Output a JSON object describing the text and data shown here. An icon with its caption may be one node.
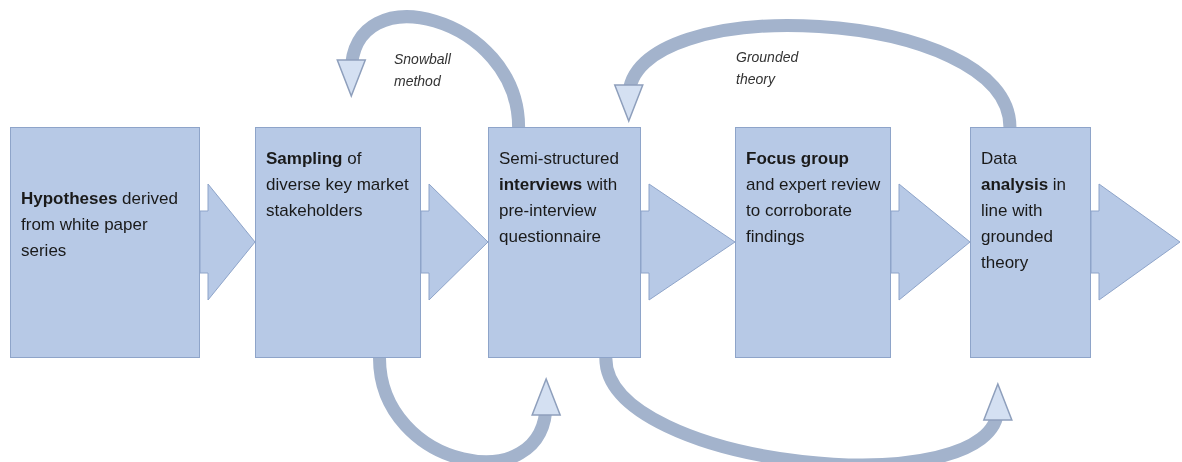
{
  "diagram": {
    "nodes": [
      {
        "text": [
          "**Hypotheses** derived from white paper series"
        ]
      },
      {
        "text": [
          "**Sampling** of diverse key market stakeholders"
        ]
      },
      {
        "text": [
          "Semi-structured **interviews** with pre-interview questionnaire"
        ]
      },
      {
        "text": [
          "**Focus group** and expert review to corroborate findings"
        ]
      },
      {
        "text": [
          "Data **analysis** in line with grounded theory"
        ]
      }
    ],
    "edges": [
      {
        "from": 0,
        "to": 1,
        "arrow": "to"
      },
      {
        "from": 1,
        "to": 2,
        "arrow": "to"
      },
      {
        "from": 2,
        "to": 3,
        "arrow": "to"
      },
      {
        "from": 3,
        "to": 4,
        "arrow": "to"
      },
      {
        "from": 4,
        "to": null,
        "arrow": "to"
      },
      {
        "from": 2,
        "to": 1,
        "arrow": "to",
        "label": "Snowball method"
      },
      {
        "from": 4,
        "to": 2,
        "arrow": "to",
        "label": "Grounded theory"
      },
      {
        "from": 1,
        "to": 2,
        "arrow": "to"
      },
      {
        "from": 2,
        "to": 4,
        "arrow": "to"
      }
    ]
  }
}
